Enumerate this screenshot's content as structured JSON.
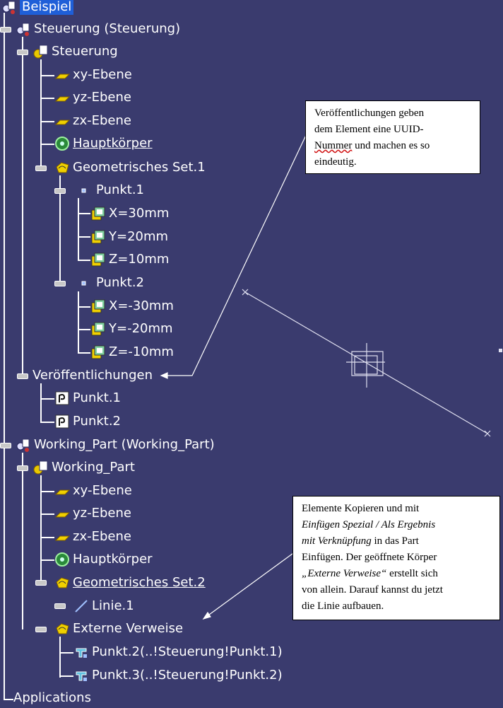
{
  "tree": {
    "root": "Beispiel",
    "product1": "Steuerung (Steuerung)",
    "part1": "Steuerung",
    "xy1": "xy-Ebene",
    "yz1": "yz-Ebene",
    "zx1": "zx-Ebene",
    "body1": "Hauptkörper",
    "gset1": "Geometrisches Set.1",
    "punkt1": "Punkt.1",
    "p1x": "X=30mm",
    "p1y": "Y=20mm",
    "p1z": "Z=10mm",
    "punkt2": "Punkt.2",
    "p2x": "X=-30mm",
    "p2y": "Y=-20mm",
    "p2z": "Z=-10mm",
    "pubs": "Veröffentlichungen",
    "pub1": "Punkt.1",
    "pub2": "Punkt.2",
    "product2": "Working_Part (Working_Part)",
    "part2": "Working_Part",
    "xy2": "xy-Ebene",
    "yz2": "yz-Ebene",
    "zx2": "zx-Ebene",
    "body2": "Hauptkörper",
    "gset2": "Geometrisches Set.2",
    "linie": "Linie.1",
    "ext": "Externe Verweise",
    "ext1": "Punkt.2(..!Steuerung!Punkt.1)",
    "ext2": "Punkt.3(..!Steuerung!Punkt.2)",
    "apps": "Applications"
  },
  "callout1": {
    "line1": "Veröffentlichungen geben",
    "line2": "dem Element eine UUID-",
    "line3": "Nummer",
    "line3b": " und machen es so",
    "line4": "eindeutig."
  },
  "callout2": {
    "line1": "Elemente Kopieren und mit",
    "line2": "Einfügen Spezial / Als Ergebnis",
    "line3a": "mit Verknüpfung",
    "line3b": " in das Part",
    "line4": "Einfügen. Der geöffnete Körper",
    "line5a": "„Externe Verweise“",
    "line5b": " erstellt sich",
    "line6": "von allein. Darauf kannst du jetzt",
    "line7": "die Linie aufbauen."
  },
  "colors": {
    "background": "#3a3b6e",
    "selection": "#1f5fd8",
    "text": "#ffffff"
  }
}
